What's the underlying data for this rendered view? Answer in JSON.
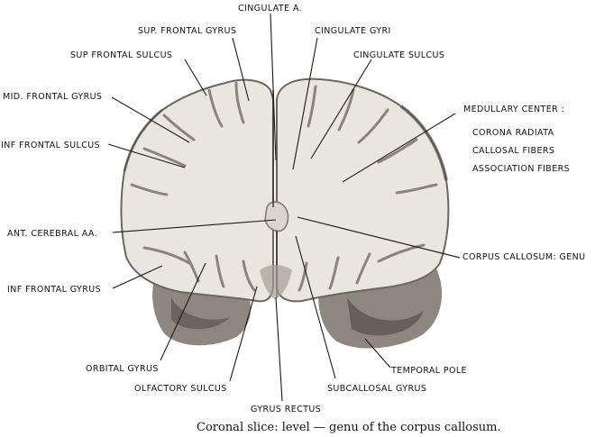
{
  "labels": {
    "cingulate_a": "CINGULATE A.",
    "sup_frontal_gyrus": "SUP. FRONTAL GYRUS",
    "cingulate_gyri": "CINGULATE GYRI",
    "sup_frontal_sulcus": "SUP FRONTAL SULCUS",
    "cingulate_sulcus": "CINGULATE SULCUS",
    "mid_frontal_gyrus": "MID. FRONTAL GYRUS",
    "medullary_center": "MEDULLARY CENTER :",
    "corona_radiata": "CORONA RADIATA",
    "callosal_fibers": "CALLOSAL FIBERS",
    "association_fibers": "ASSOCIATION FIBERS",
    "inf_frontal_sulcus": "INF FRONTAL SULCUS",
    "ant_cerebral_aa": "ANT. CEREBRAL AA.",
    "corpus_callosum_genu": "CORPUS CALLOSUM: GENU",
    "inf_frontal_gyrus": "INF FRONTAL GYRUS",
    "orbital_gyrus": "ORBITAL GYRUS",
    "temporal_pole": "TEMPORAL POLE",
    "olfactory_sulcus": "OLFACTORY SULCUS",
    "subcallosal_gyrus": "SUBCALLOSAL GYRUS",
    "gyrus_rectus": "GYRUS RECTUS"
  },
  "caption": "Coronal slice: level — genu of the corpus callosum."
}
